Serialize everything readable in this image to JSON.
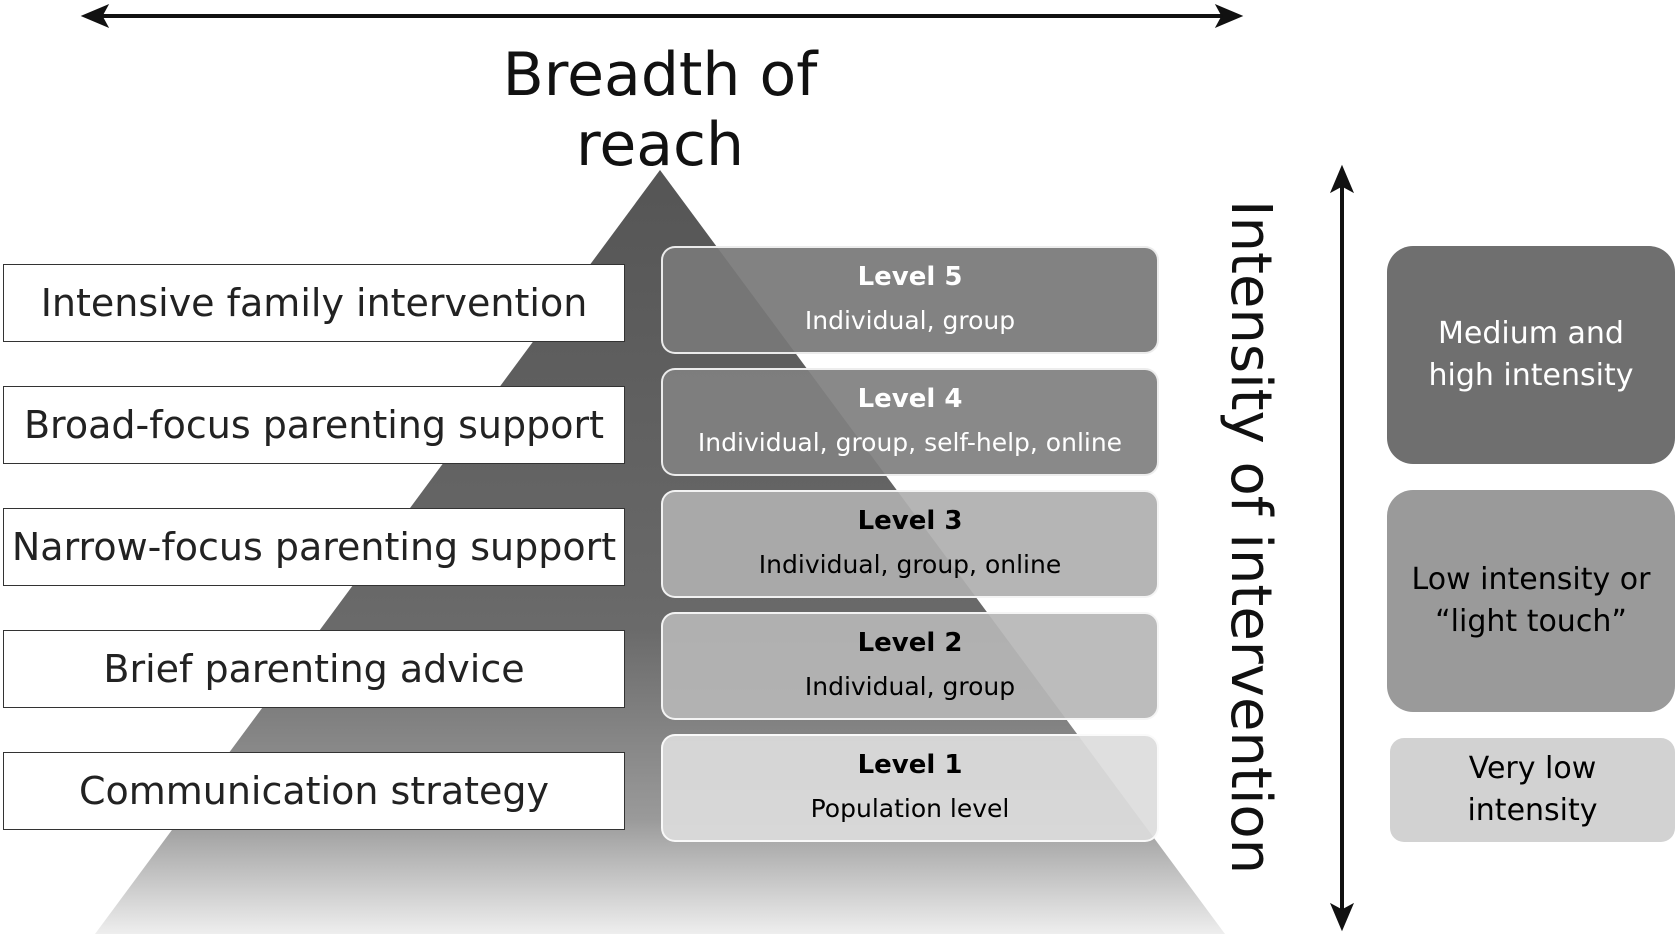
{
  "diagram": {
    "horizontal_axis_label": "Breadth of reach",
    "vertical_axis_label": "Intensity of intervention",
    "left_labels": [
      "Intensive family intervention",
      "Broad-focus parenting support",
      "Narrow-focus parenting support",
      "Brief parenting advice",
      "Communication strategy"
    ],
    "levels": [
      {
        "name": "Level 5",
        "delivery": "Individual, group"
      },
      {
        "name": "Level 4",
        "delivery": "Individual, group, self-help, online"
      },
      {
        "name": "Level 3",
        "delivery": "Individual, group, online"
      },
      {
        "name": "Level 2",
        "delivery": "Individual, group"
      },
      {
        "name": "Level 1",
        "delivery": "Population level"
      }
    ],
    "intensity_boxes": [
      {
        "label": "Medium and high intensity",
        "color": "#6f6f6f"
      },
      {
        "label": "Low intensity or “light touch”",
        "color": "#9a9a9a"
      },
      {
        "label": "Very low intensity",
        "color": "#d2d2d2"
      }
    ],
    "colors": {
      "pyramid_top": "#555555",
      "pyramid_bottom": "#ededed",
      "level_5": "#727272",
      "level_4": "#787878",
      "level_3": "#a8a8a8",
      "level_2": "#b0b0b0",
      "level_1": "#d8d8d8"
    }
  }
}
